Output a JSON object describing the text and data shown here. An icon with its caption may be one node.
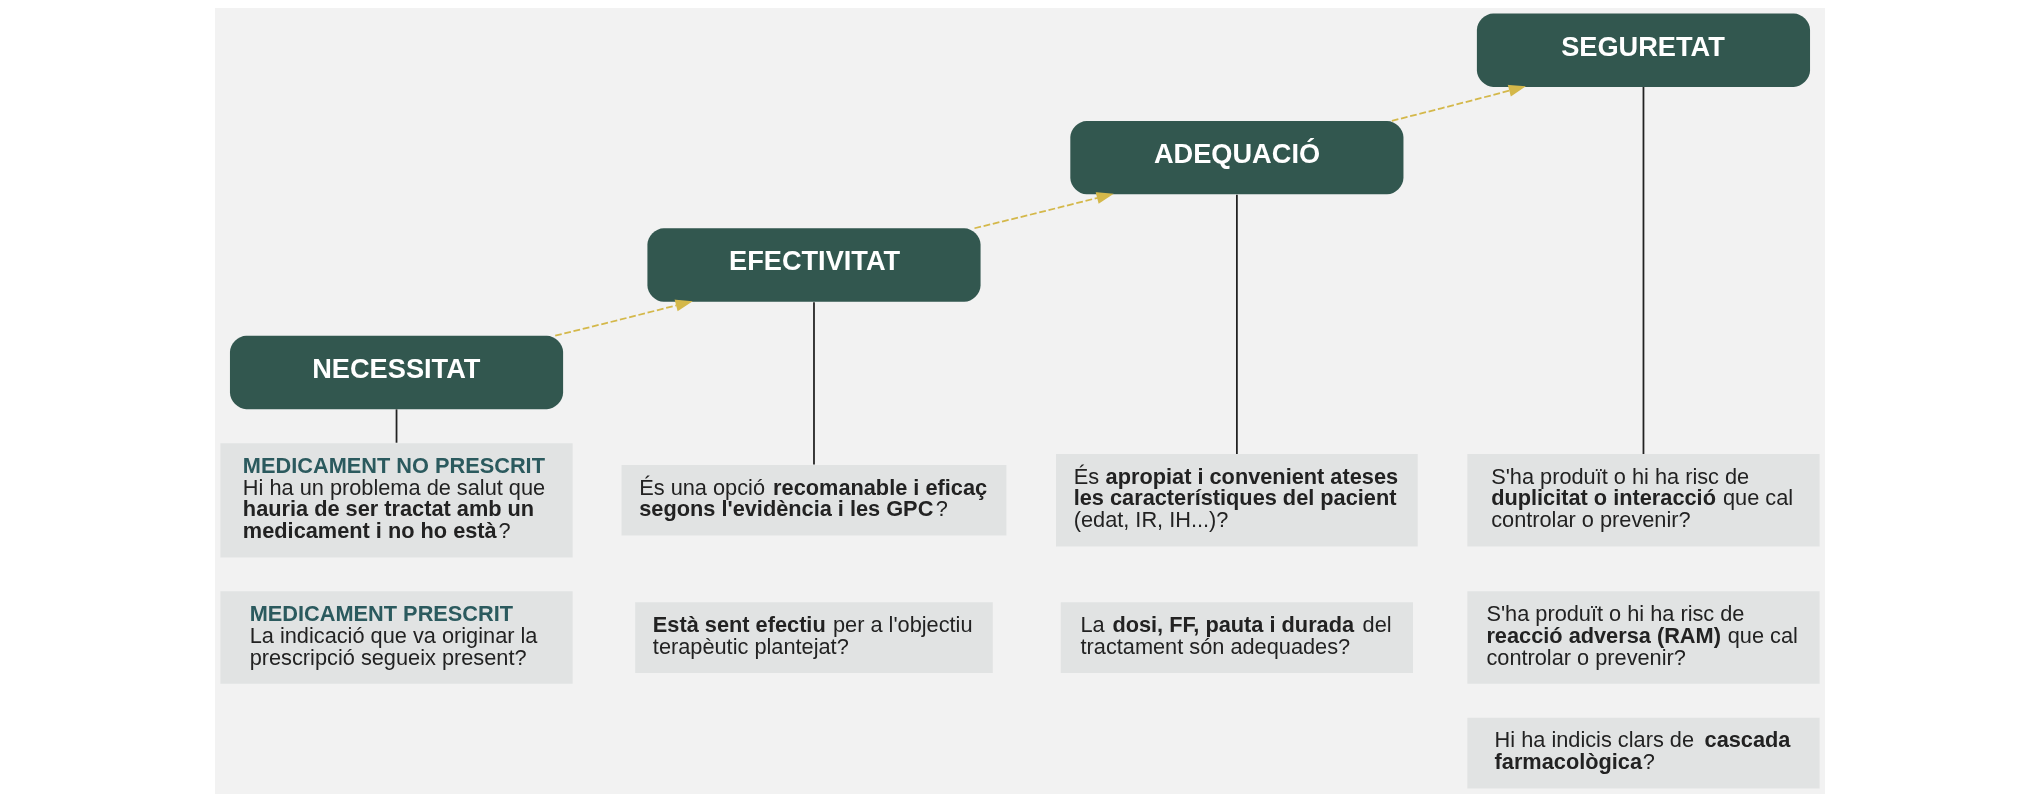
{
  "diagram": {
    "nodes": [
      {
        "text": [
          "NECESSITAT"
        ]
      },
      {
        "text": [
          "MEDICAMENT NO PRESCRIT",
          "Hi ha un problema de salut que **hauria de ser tractat amb un medicament i no ho està**?"
        ]
      },
      {
        "text": [
          "MEDICAMENT PRESCRIT",
          "La indicació que va originar la prescripció segueix present?"
        ]
      },
      {
        "text": [
          "EFECTIVITAT"
        ]
      },
      {
        "text": [
          "És una opció **recomanable i eficaç segons l'evidència i les GPC**?"
        ]
      },
      {
        "text": [
          "**Està sent efectiu** per a l'objectiu terapèutic plantejat?"
        ]
      },
      {
        "text": [
          "ADEQUACIÓ"
        ]
      },
      {
        "text": [
          "És **apropiat i convenient ateses les característiques del pacient** (edat, IR, IH...)?"
        ]
      },
      {
        "text": [
          "La **dosi, FF, pauta i durada** del tractament són adequades?"
        ]
      },
      {
        "text": [
          "SEGURETAT"
        ]
      },
      {
        "text": [
          "S'ha produït o hi ha risc de **duplicitat o interacció** que cal controlar o prevenir?"
        ]
      },
      {
        "text": [
          "S'ha produït o hi ha risc de **reacció adversa (RAM)** que cal controlar o prevenir?"
        ]
      },
      {
        "text": [
          "Hi ha indicis clars de **cascada farmacològica**?"
        ]
      }
    ],
    "edges": [
      {
        "from": 0,
        "to": 1,
        "arrow": "none"
      },
      {
        "from": 3,
        "to": 4,
        "arrow": "none"
      },
      {
        "from": 6,
        "to": 7,
        "arrow": "none"
      },
      {
        "from": 9,
        "to": 10,
        "arrow": "none"
      },
      {
        "from": 0,
        "to": 3,
        "arrow": "to",
        "style": "dashed",
        "color": "#d4b84a"
      },
      {
        "from": 3,
        "to": 6,
        "arrow": "to",
        "style": "dashed",
        "color": "#d4b84a"
      },
      {
        "from": 6,
        "to": 9,
        "arrow": "to",
        "style": "dashed",
        "color": "#d4b84a"
      }
    ]
  }
}
